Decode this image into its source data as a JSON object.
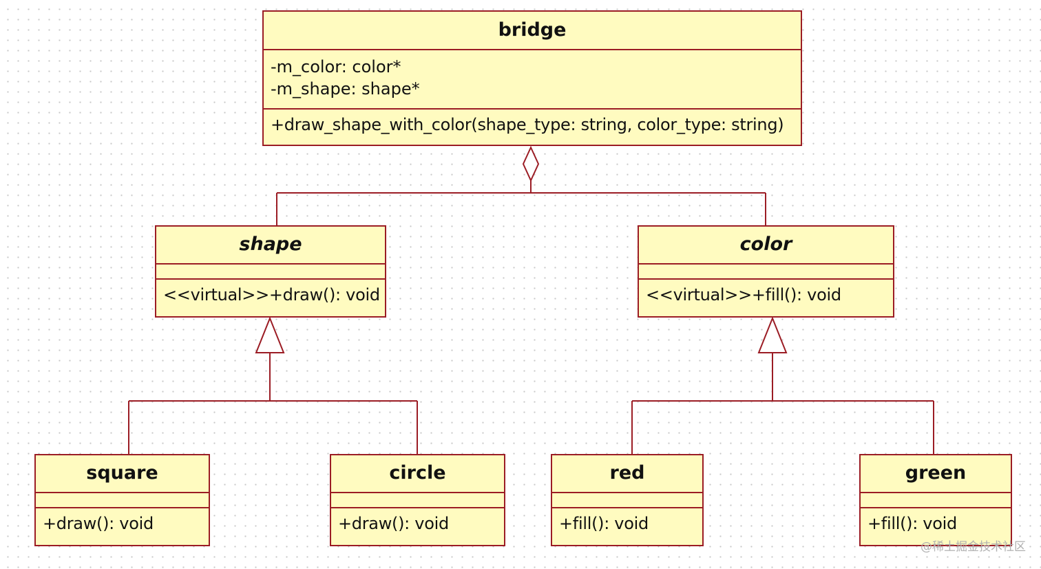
{
  "classes": {
    "bridge": {
      "name": "bridge",
      "attributes": [
        "-m_color: color*",
        "-m_shape: shape*"
      ],
      "operations": [
        "+draw_shape_with_color(shape_type: string, color_type: string)"
      ]
    },
    "shape": {
      "name": "shape",
      "abstract": true,
      "attributes": [],
      "operations": [
        "<<virtual>>+draw(): void"
      ]
    },
    "color": {
      "name": "color",
      "abstract": true,
      "attributes": [],
      "operations": [
        "<<virtual>>+fill(): void"
      ]
    },
    "square": {
      "name": "square",
      "attributes": [],
      "operations": [
        "+draw(): void"
      ]
    },
    "circle": {
      "name": "circle",
      "attributes": [],
      "operations": [
        "+draw(): void"
      ]
    },
    "red": {
      "name": "red",
      "attributes": [],
      "operations": [
        "+fill(): void"
      ]
    },
    "green": {
      "name": "green",
      "attributes": [],
      "operations": [
        "+fill(): void"
      ]
    }
  },
  "relationships": [
    {
      "type": "aggregation",
      "whole": "bridge",
      "parts": [
        "shape",
        "color"
      ]
    },
    {
      "type": "generalization",
      "parent": "shape",
      "children": [
        "square",
        "circle"
      ]
    },
    {
      "type": "generalization",
      "parent": "color",
      "children": [
        "red",
        "green"
      ]
    }
  ],
  "colors": {
    "fill": "#fffbc0",
    "border": "#9b1c24"
  },
  "watermark": "@稀土掘金技术社区"
}
